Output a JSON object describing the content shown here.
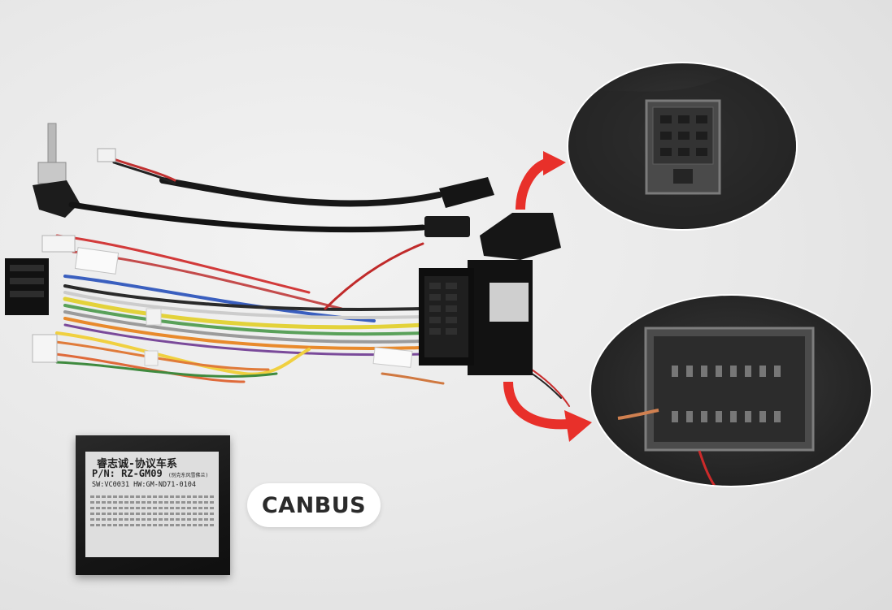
{
  "badge": {
    "text": "CANBUS"
  },
  "module_label": {
    "line1": "睿志诚-协议车系",
    "line2": "P/N: RZ-GM09",
    "line2_small": "(别克东风雪佛兰)",
    "line3": "SW:VC0031  HW:GM-ND71-0104"
  },
  "colors": {
    "arrow": "#e8302a",
    "module": "#151515",
    "background": "#e9e9e9"
  }
}
